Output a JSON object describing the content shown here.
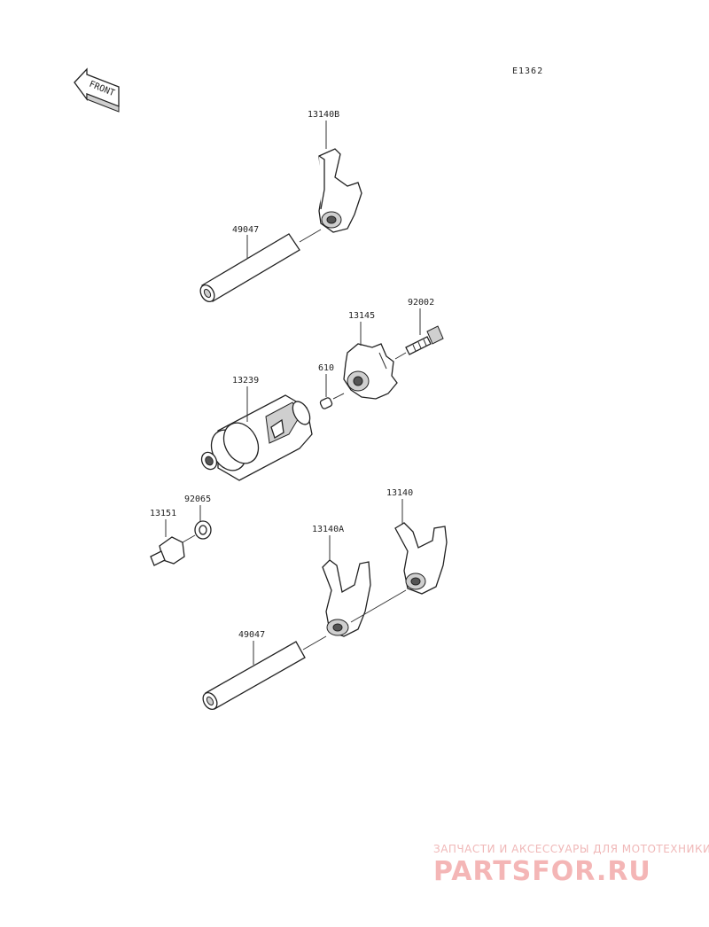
{
  "diagram": {
    "code": "E1362",
    "front_label": "FRONT",
    "parts": {
      "fork_upper": "13140B",
      "shaft_upper": "49047",
      "cam_plate": "13145",
      "bolt": "92002",
      "pin": "610",
      "drum": "13239",
      "washer": "92065",
      "switch": "13151",
      "fork_right": "13140",
      "fork_left": "13140A",
      "shaft_lower": "49047"
    }
  },
  "watermark": {
    "tagline": "ЗАПЧАСТИ И АКСЕССУАРЫ ДЛЯ МОТОТЕХНИКИ",
    "logo": "PARTSFOR.RU"
  }
}
